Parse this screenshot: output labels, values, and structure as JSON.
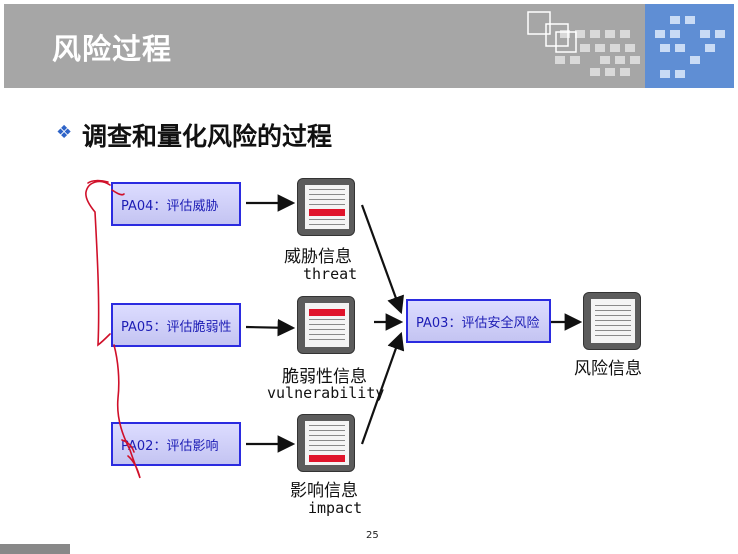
{
  "header": {
    "title": "风险过程"
  },
  "subtitle": "调查和量化风险的过程",
  "boxes": {
    "pa04": "PA04：评估威胁",
    "pa05": "PA05：评估脆弱性",
    "pa02": "PA02：评估影响",
    "pa03": "PA03：评估安全风险"
  },
  "labels": {
    "threat_cn": "威胁信息",
    "threat_en": "threat",
    "vuln_cn": "脆弱性信息",
    "vuln_en": "vulnerability",
    "impact_cn": "影响信息",
    "impact_en": "impact",
    "risk_cn": "风险信息"
  },
  "icons": {
    "doc_threat": "document-icon",
    "doc_vuln": "document-icon",
    "doc_impact": "document-icon",
    "doc_risk": "document-icon",
    "bullet": "diamond-bullet-icon"
  },
  "page_number": "25",
  "colors": {
    "header_bg": "#a6a6a6",
    "accent_blue": "#2b2be0",
    "annotation_red": "#d0102a",
    "highlight_red": "#e0142b"
  }
}
